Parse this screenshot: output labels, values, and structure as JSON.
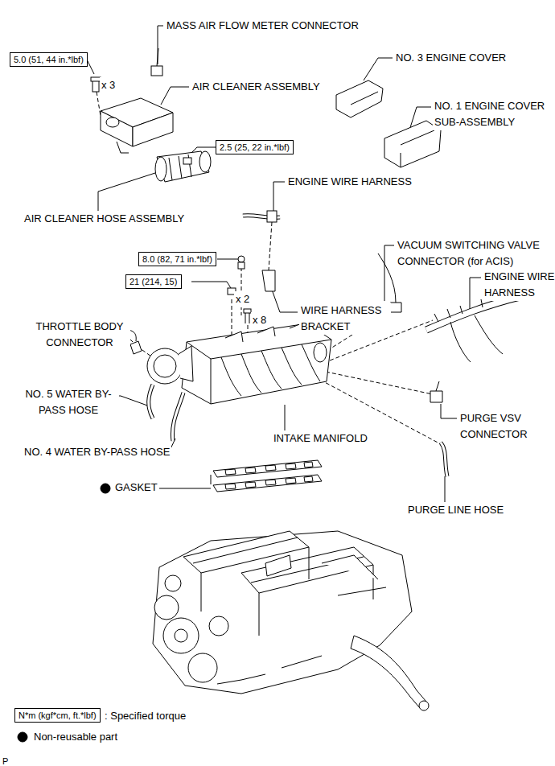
{
  "diagram": {
    "nodes": [
      {
        "text": [
          "5.0 (51, 44 in.*lbf)"
        ]
      },
      {
        "text": [
          "2.5 (25, 22 in.*lbf)"
        ]
      },
      {
        "text": [
          "8.0 (82, 71 in.*lbf)"
        ]
      },
      {
        "text": [
          "21 (214, 15)"
        ]
      },
      {
        "text": [
          "N*m (kgf*cm, ft.*lbf)"
        ]
      }
    ],
    "labels": [
      "MASS AIR FLOW METER CONNECTOR",
      "x 3",
      "AIR CLEANER ASSEMBLY",
      "NO. 3 ENGINE COVER",
      "NO. 1 ENGINE COVER SUB-ASSEMBLY",
      "AIR CLEANER HOSE ASSEMBLY",
      "ENGINE WIRE HARNESS",
      "VACUUM SWITCHING VALVE CONNECTOR (for ACIS)",
      "ENGINE WIRE HARNESS",
      "x 2",
      "x 8",
      "WIRE HARNESS BRACKET",
      "THROTTLE BODY CONNECTOR",
      "NO. 5 WATER BY-PASS HOSE",
      "NO. 4 WATER BY-PASS HOSE",
      "INTAKE MANIFOLD",
      "PURGE VSV CONNECTOR",
      "GASKET",
      "PURGE LINE HOSE",
      "P"
    ],
    "legend": [
      {
        "text": ": Specified torque"
      },
      {
        "text": "Non-reusable part"
      }
    ]
  }
}
